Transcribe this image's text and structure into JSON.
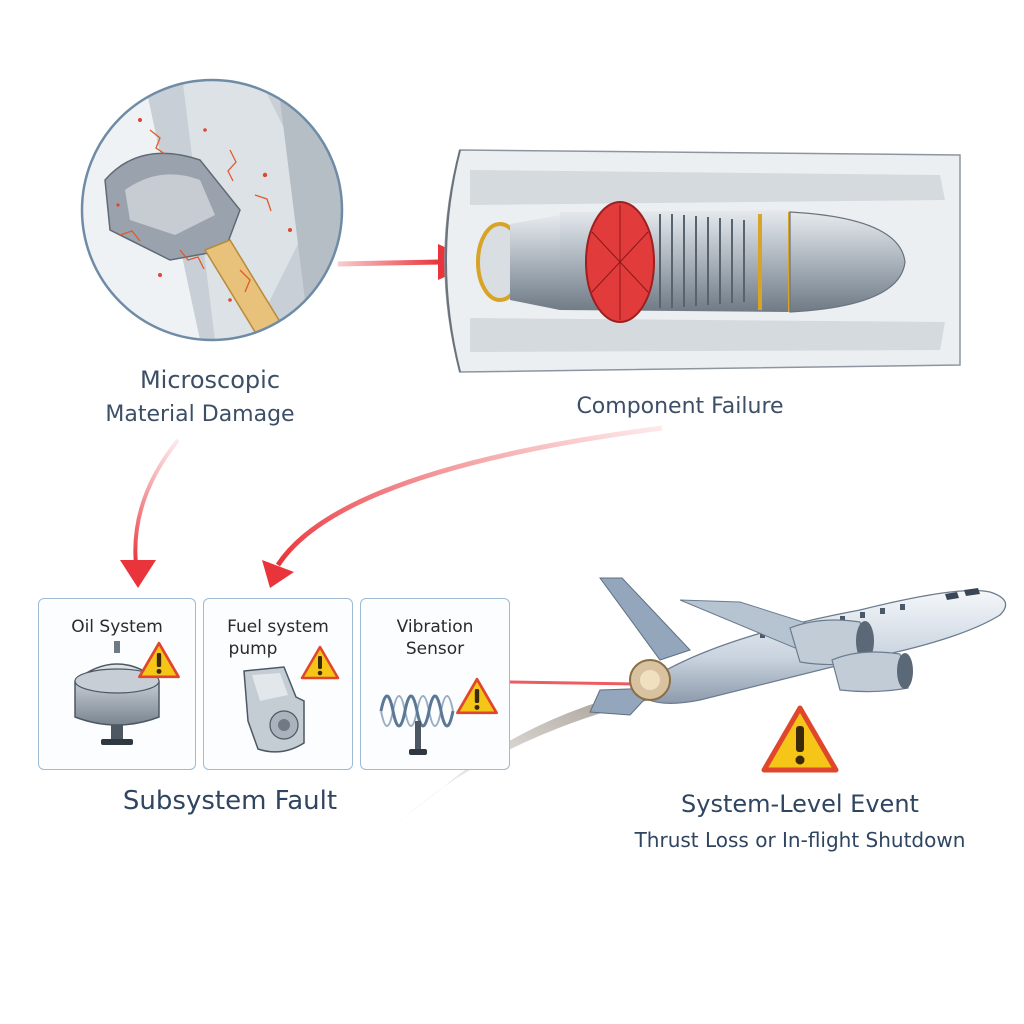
{
  "stages": {
    "microscopic": {
      "line1": "Microscopic",
      "line2": "Material Damage"
    },
    "component": {
      "label": "Component Failure"
    },
    "subsystem": {
      "label": "Subsystem Fault",
      "panels": [
        {
          "title_line1": "Oil System",
          "title_line2": ""
        },
        {
          "title_line1": "Fuel system",
          "title_line2": "pump"
        },
        {
          "title_line1": "Vibration",
          "title_line2": "Sensor"
        }
      ]
    },
    "system": {
      "line1": "System-Level Event",
      "line2": "Thrust Loss or In-flight Shutdown"
    }
  },
  "icons": [
    "warning-icon",
    "turbine-blade",
    "jet-engine",
    "oil-tank",
    "fuel-pump",
    "vibration-sensor",
    "airplane"
  ],
  "colors": {
    "arrow": "#e8343a",
    "text": "#3c4f66",
    "panel_border": "#9fbad3",
    "warning": "#f5c518",
    "warning_border": "#e0462c"
  }
}
